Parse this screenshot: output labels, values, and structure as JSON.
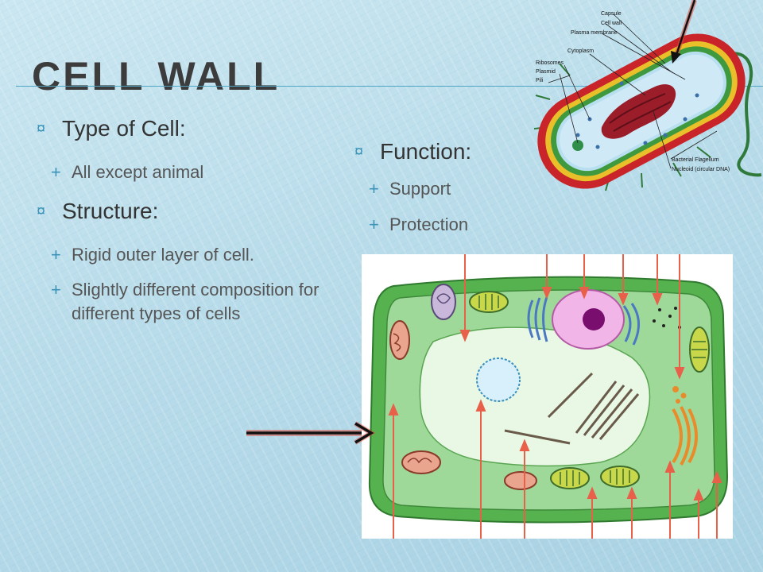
{
  "title": "Cell Wall",
  "left_column": {
    "type_heading": "Type of Cell:",
    "type_items": [
      "All except animal"
    ],
    "structure_heading": "Structure:",
    "structure_items": [
      "Rigid outer layer of cell.",
      "Slightly different composition for different types of cells"
    ]
  },
  "right_column": {
    "function_heading": "Function:",
    "function_items": [
      "Support",
      "Protection"
    ]
  },
  "bacterial_diagram": {
    "labels": [
      "Capsule",
      "Cell wall",
      "Plasma membrane",
      "Cytoplasm",
      "Ribosomes",
      "Plasmid",
      "Pili",
      "Bacterial Flagellum",
      "Nucleoid (circular DNA)"
    ]
  },
  "bullets": {
    "level1": "¤",
    "level2": "+"
  },
  "colors": {
    "accent": "#3b93b8",
    "title": "#3c3c3c",
    "cell_wall": "#4aa84a",
    "arrow": "#e8604a"
  },
  "icons": {
    "level1_bullet": "currency-sign-bullet-icon",
    "level2_bullet": "plus-bullet-icon"
  }
}
